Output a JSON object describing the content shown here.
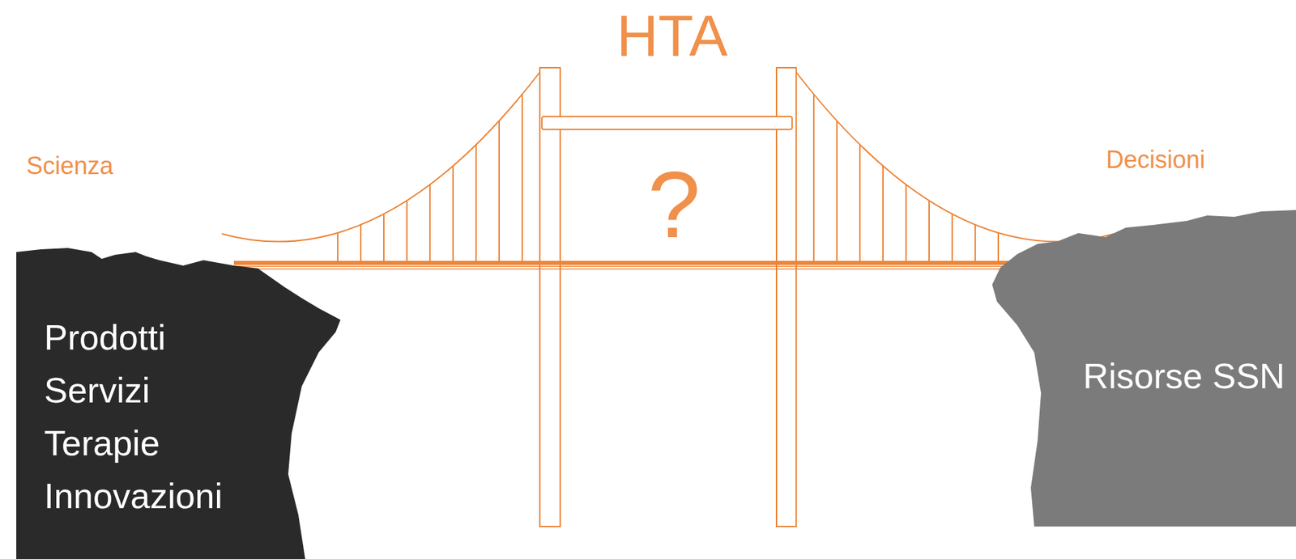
{
  "diagram": {
    "title": "HTA",
    "nodes": [
      {
        "text": [
          "Scienza",
          "Prodotti Servizi Terapie Innovazioni"
        ]
      },
      {
        "text": [
          "Decisioni",
          "Risorse SSN"
        ]
      }
    ],
    "labels": [
      "?"
    ]
  }
}
